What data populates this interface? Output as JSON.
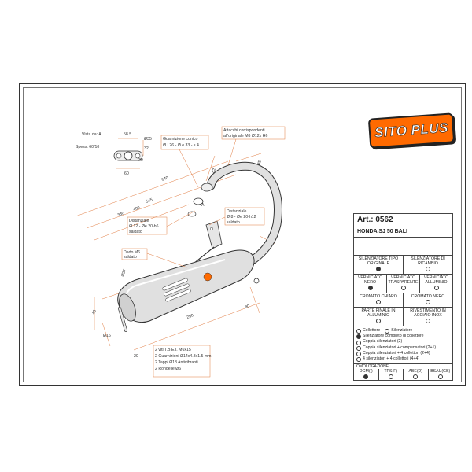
{
  "logo": {
    "text": "SITO PLUS",
    "color": "#ff6a00"
  },
  "colors": {
    "outline": "#333333",
    "dimension": "#e07a3f",
    "part_fill": "#e0e0e0"
  },
  "panel": {
    "article": "Art.: 0562",
    "model": "HONDA SJ 50 BALI",
    "silencer_header": [
      "SILENZIATORE TIPO ORIGINALE",
      "SILENZIATORE DI RICAMBIO"
    ],
    "finish_row1": [
      "VERNICIATO NERO",
      "VERNICIATO TRASPARENTE",
      "VERNICIATO ALLUMINIO"
    ],
    "finish_row2": [
      "CROMATO CHIARO",
      "CROMATO NERO"
    ],
    "end_row": [
      "PARTE FINALE IN ALLUMINIO",
      "RIVESTIMENTO IN ACCIAIO INOX"
    ],
    "options": [
      "Collettore",
      "Silenziatore",
      "Silenziatore completo di collettore",
      "Coppia silenziatori (2)",
      "Coppia silenziatori + compensatori (2+1)",
      "Coppia silenziatori + 4 collettori (2+4)",
      "4 silenziatori + 4 collettori (4+4)"
    ],
    "omologazione_label": "OMOLOGAZIONE",
    "omologazione": [
      "DGM(I)",
      "TPS(F)",
      "ABE(D)",
      "BSAU(GB)"
    ]
  },
  "labels": {
    "view": "Vista da: A",
    "thickness": "Spess. 60/10",
    "gasket": [
      "Guarnizione conico",
      "Ø I 26 - Ø e 33 - s 4"
    ],
    "attach": [
      "Attacchi corrispondenti",
      "all'originale M6 Ø12x H6"
    ],
    "spacer1": [
      "Distanziale",
      "Ø 12 - Øe 20-h6",
      "saldato"
    ],
    "spacer2": [
      "Distanziale",
      "Ø 8 - Øe 20-h12",
      "saldato"
    ],
    "nut": [
      "Dado M6",
      "saldato"
    ],
    "parts": [
      "2 viti T.B.E.I. M6x15",
      "2 Guarnizioni Ø14x4.8x1.5 mm",
      "2 Tappi Ø18 Antivibranti",
      "2 Rondelle Ø6"
    ]
  },
  "dimensions": {
    "d585": "58.5",
    "d35": "Ø35",
    "d32": "32",
    "d30": "30",
    "d60": "60",
    "d640": "640",
    "d545": "545",
    "d400": "400",
    "d330": "330",
    "d250": "250",
    "d82": "82",
    "d85": "85",
    "d80": "80",
    "d37": "Ø37",
    "d43": "43",
    "d16": "Ø16",
    "d20": "20",
    "a": "A"
  }
}
